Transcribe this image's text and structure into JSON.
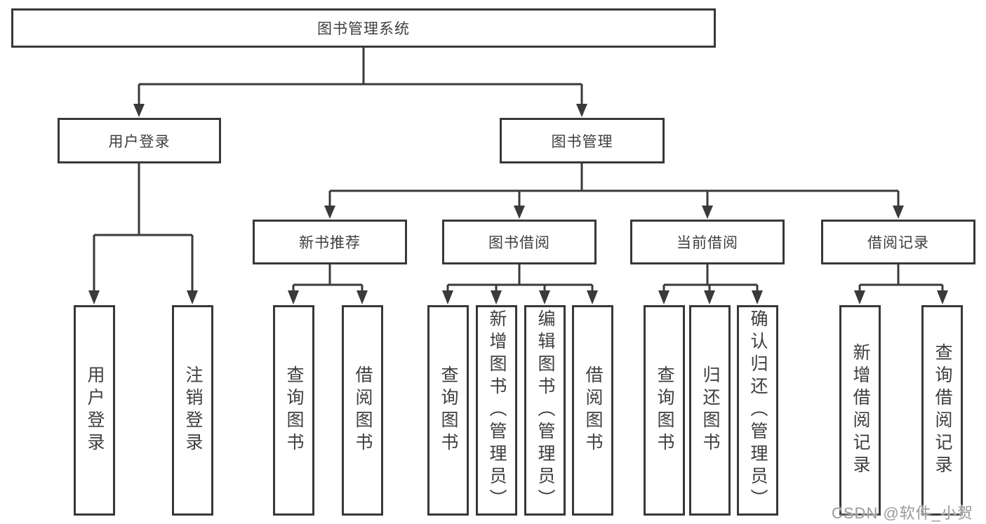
{
  "tree": {
    "root": "图书管理系统",
    "children": [
      {
        "label": "用户登录",
        "children": [
          {
            "label": "用户登录"
          },
          {
            "label": "注销登录"
          }
        ]
      },
      {
        "label": "图书管理",
        "children": [
          {
            "label": "新书推荐",
            "children": [
              {
                "label": "查询图书"
              },
              {
                "label": "借阅图书"
              }
            ]
          },
          {
            "label": "图书借阅",
            "children": [
              {
                "label": "查询图书"
              },
              {
                "label": "新增图书（管理员）"
              },
              {
                "label": "编辑图书（管理员）"
              },
              {
                "label": "借阅图书"
              }
            ]
          },
          {
            "label": "当前借阅",
            "children": [
              {
                "label": "查询图书"
              },
              {
                "label": "归还图书"
              },
              {
                "label": "确认归还（管理员）"
              }
            ]
          },
          {
            "label": "借阅记录",
            "children": [
              {
                "label": "新增借阅记录"
              },
              {
                "label": "查询借阅记录"
              }
            ]
          }
        ]
      }
    ]
  },
  "watermark": {
    "text": "CSDN @软件_小贺同学"
  },
  "colors": {
    "line": "#3a3a3a",
    "box_border": "#383838",
    "text": "#3e3e3e",
    "watermark": "#9a9a9a",
    "background": "#ffffff"
  }
}
